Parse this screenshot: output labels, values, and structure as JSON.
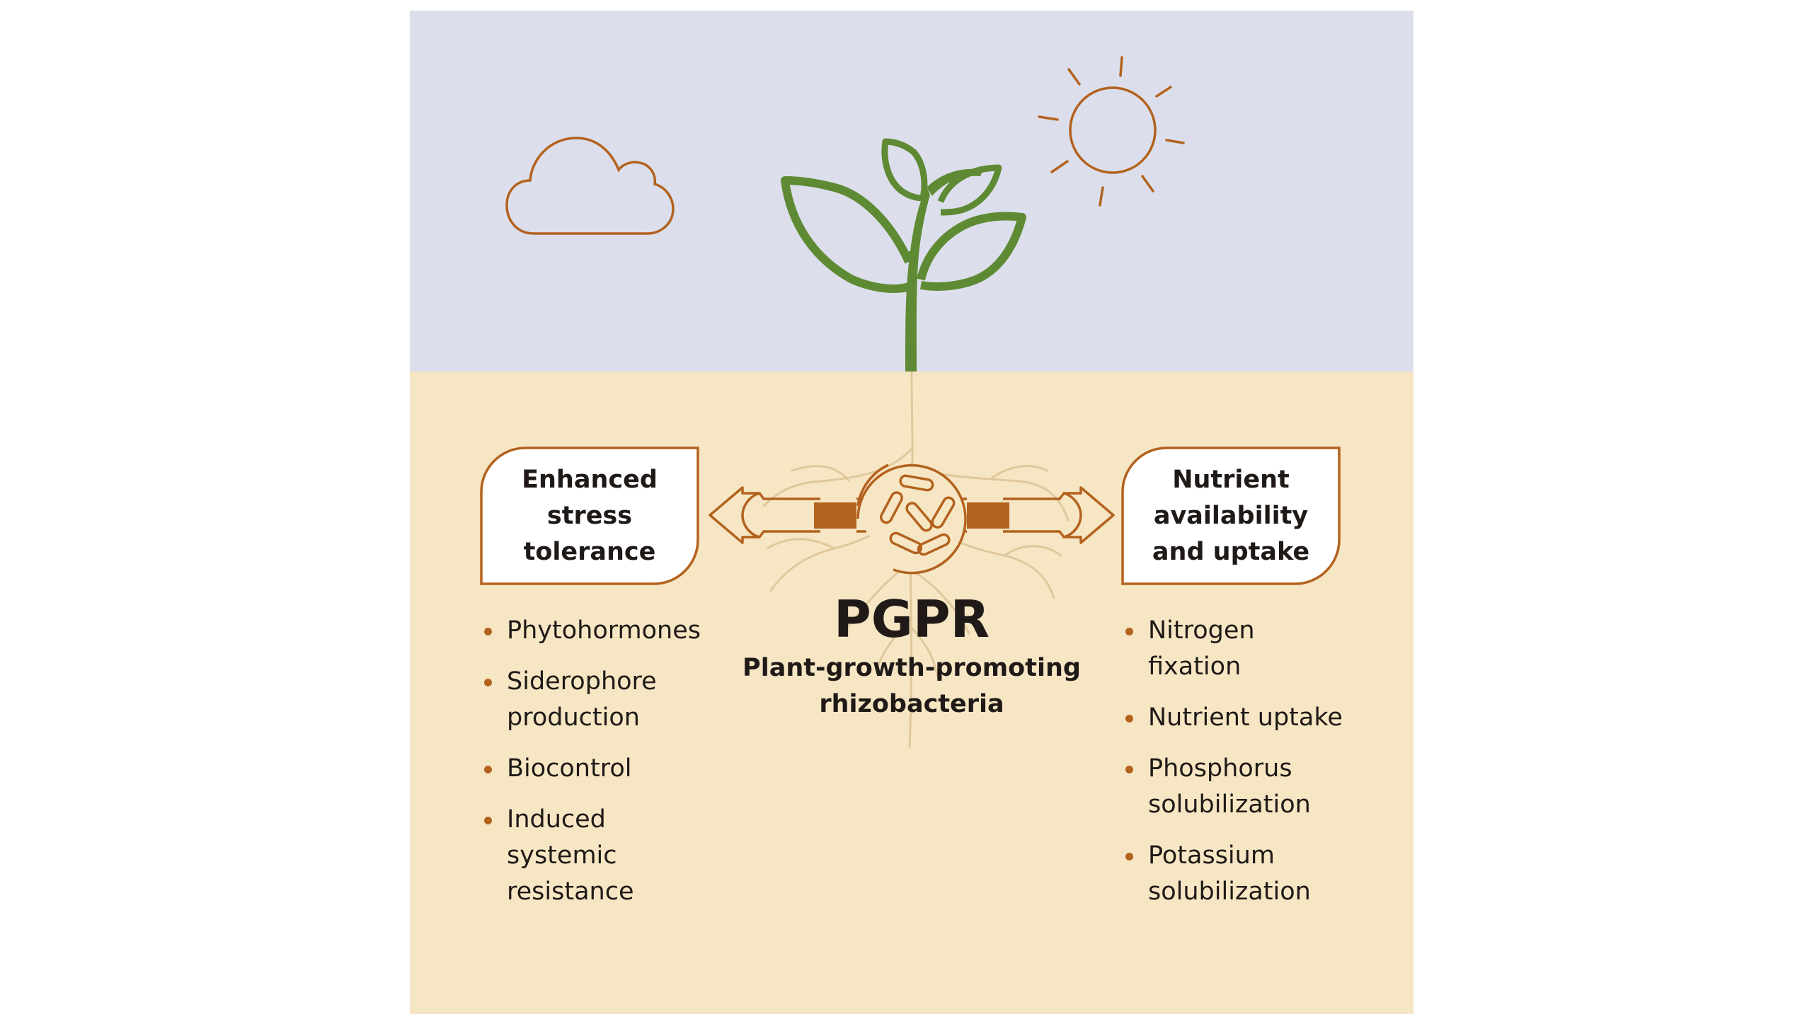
{
  "colors": {
    "sky": "#dcdfeb",
    "soil": "#f6e6c4",
    "accent": "#b3621e",
    "plant": "#5f8a34",
    "roots": "#e0c89c",
    "text": "#1f1a17"
  },
  "icons": [
    "cloud-icon",
    "sun-icon",
    "plant-icon",
    "roots-icon",
    "bacteria-icon",
    "double-arrow-icon"
  ],
  "left_box": {
    "title": "Enhanced\nstress\ntolerance",
    "items": [
      "Phytohormones",
      "Siderophore\nproduction",
      "Biocontrol",
      "Induced\nsystemic\nresistance"
    ]
  },
  "center": {
    "title": "PGPR",
    "subtitle": "Plant-growth-promoting\nrhizobacteria"
  },
  "right_box": {
    "title": "Nutrient\navailability\nand uptake",
    "items": [
      "Nitrogen\nfixation",
      "Nutrient uptake",
      "Phosphorus\nsolubilization",
      "Potassium\nsolubilization"
    ]
  }
}
